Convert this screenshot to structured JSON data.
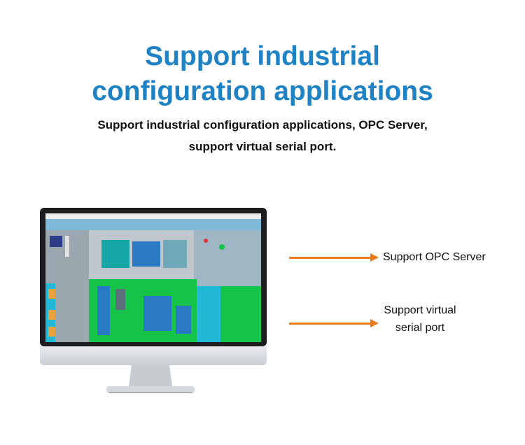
{
  "title": {
    "line1": "Support industrial",
    "line2": "configuration applications"
  },
  "subtitle": {
    "line1": "Support industrial configuration applications, OPC Server,",
    "line2": "support virtual serial port."
  },
  "features": [
    {
      "label": "Support OPC Server"
    },
    {
      "label_line1": "Support virtual",
      "label_line2": "serial port"
    }
  ],
  "colors": {
    "title": "#1f82c4",
    "arrow": "#ea7b1b",
    "scada_green": "#17c44a",
    "scada_cyan": "#23b8d8",
    "scada_gray": "#9aa7ae"
  }
}
